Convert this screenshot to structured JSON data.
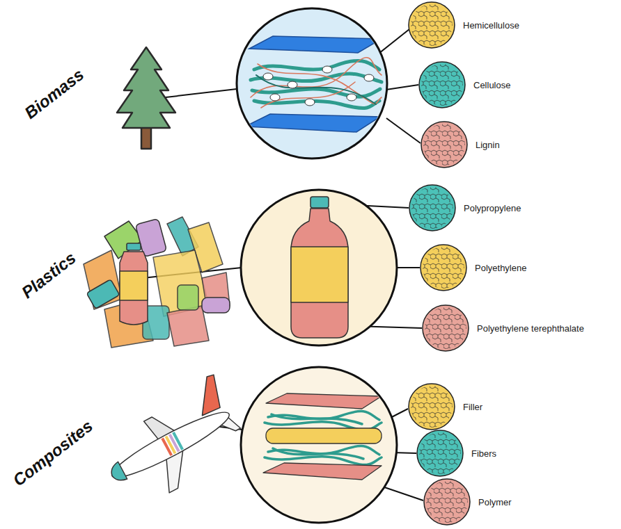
{
  "diagram": {
    "nodes": [
      {
        "text": [
          "Hemicellulose"
        ]
      },
      {
        "text": [
          "Cellulose"
        ]
      },
      {
        "text": [
          "Lignin"
        ]
      },
      {
        "text": [
          "Polypropylene"
        ]
      },
      {
        "text": [
          "Polyethylene"
        ]
      },
      {
        "text": [
          "Polyethylene terephthalate"
        ]
      },
      {
        "text": [
          "Filler"
        ]
      },
      {
        "text": [
          "Fibers"
        ]
      },
      {
        "text": [
          "Polymer"
        ]
      }
    ],
    "labels": [
      "Biomass",
      "Plastics",
      "Composites"
    ]
  }
}
